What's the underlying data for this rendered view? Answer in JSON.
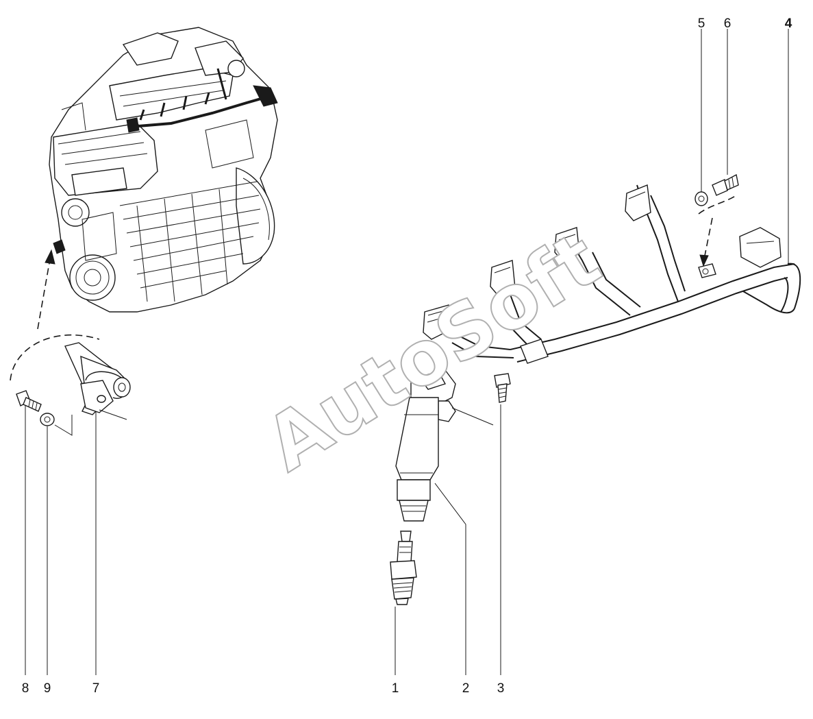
{
  "watermark": "AutoSoft",
  "callouts": {
    "c1": "1",
    "c2": "2",
    "c3": "3",
    "c4": "4",
    "c5": "5",
    "c6": "6",
    "c7": "7",
    "c8": "8",
    "c9": "9"
  },
  "icons": {
    "engine": "engine-block-icon",
    "harness": "wiring-harness-icon",
    "coil": "ignition-coil-icon",
    "plug": "spark-plug-icon",
    "sensor": "crankshaft-sensor-icon",
    "bolt": "bolt-icon",
    "washer": "washer-icon"
  }
}
